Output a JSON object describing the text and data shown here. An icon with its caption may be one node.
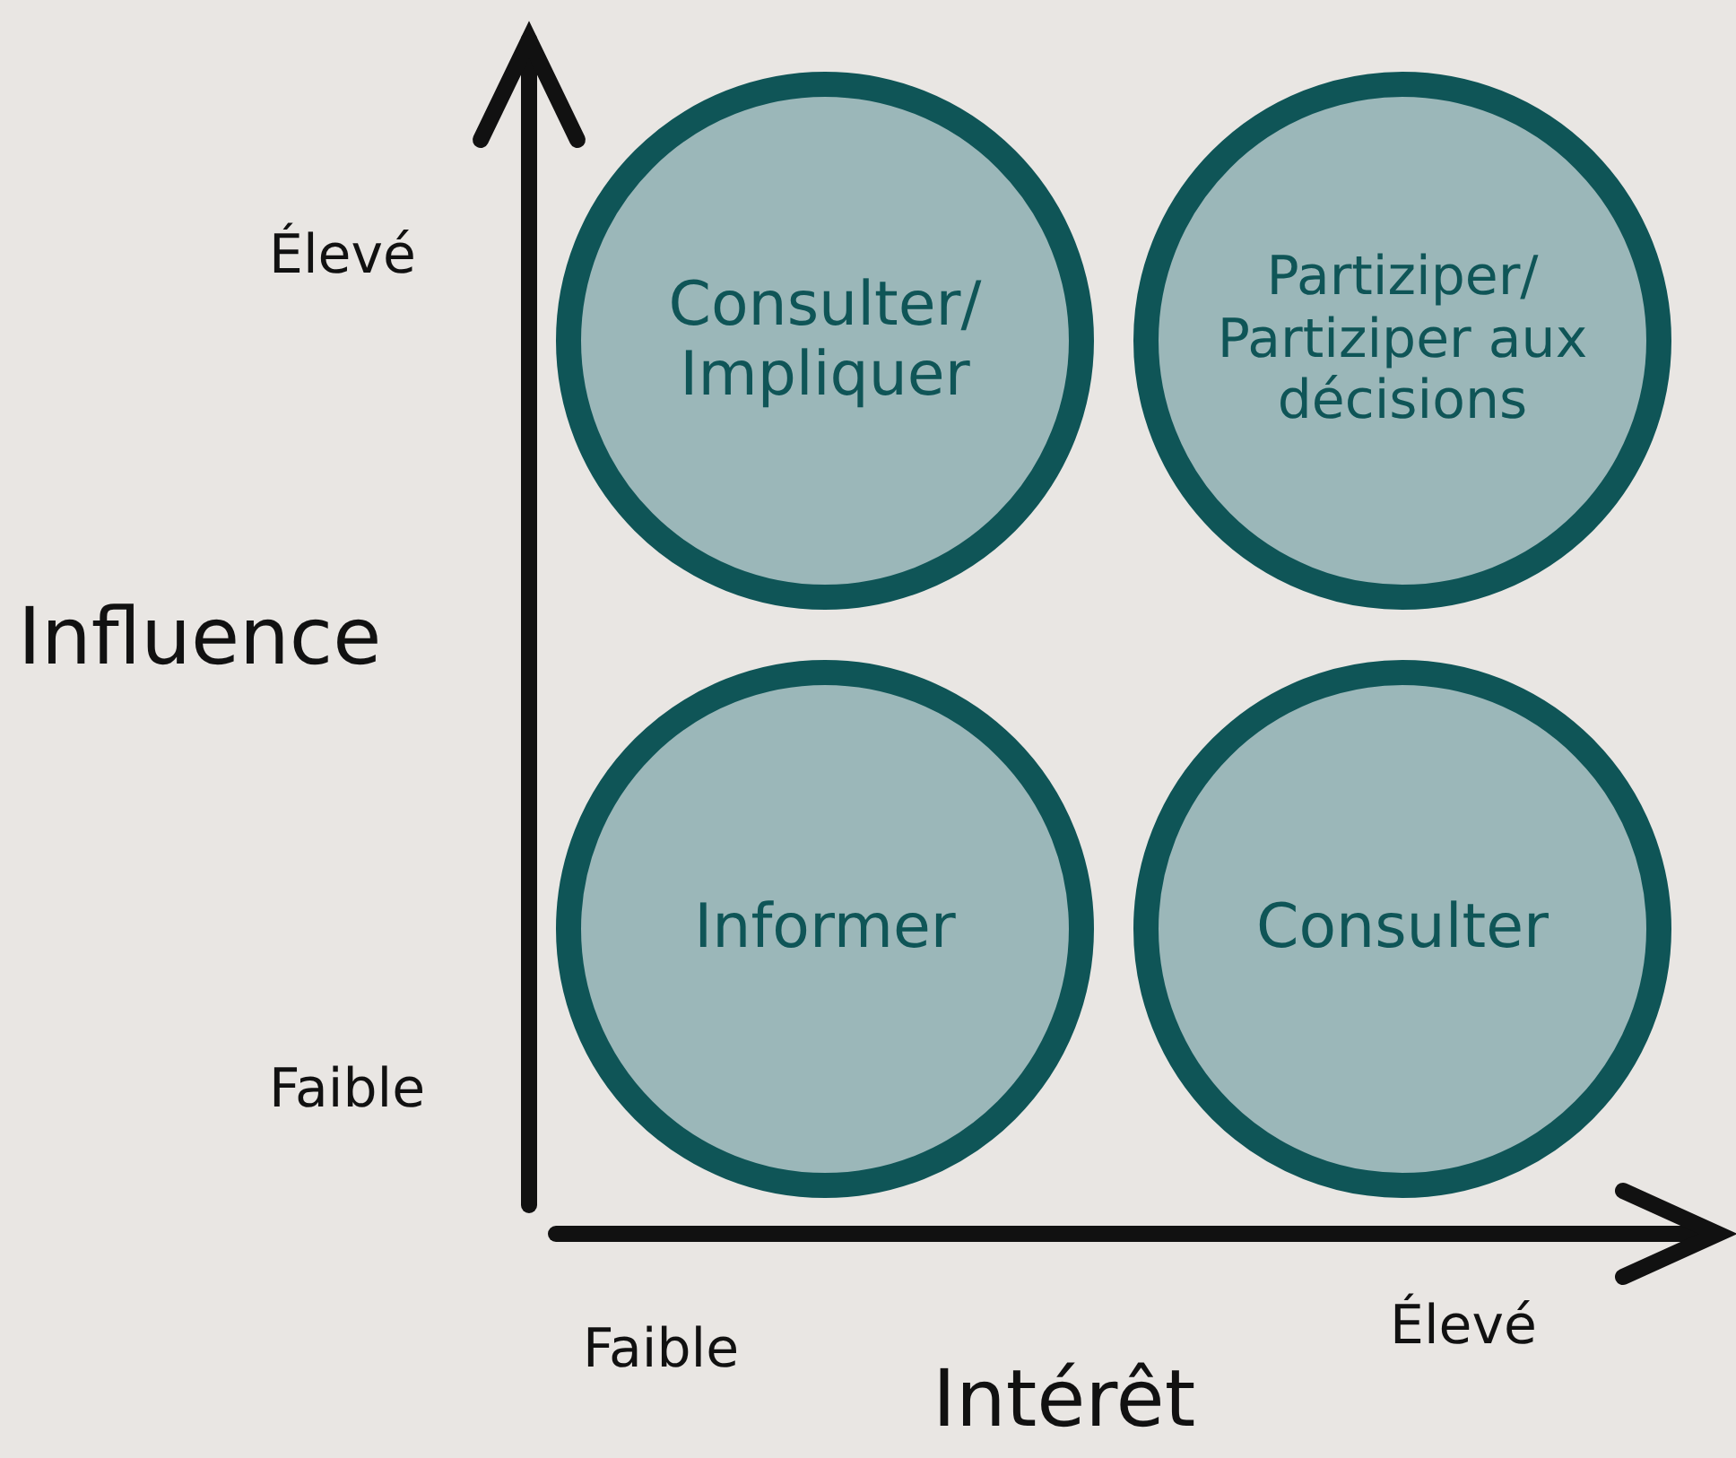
{
  "diagram": {
    "nodes": [
      {
        "text": [
          "Consulter/ Impliquer"
        ]
      },
      {
        "text": [
          "Partiziper/ Partiziper aux décisions"
        ]
      },
      {
        "text": [
          "Informer"
        ]
      },
      {
        "text": [
          "Consulter"
        ]
      }
    ],
    "labels": [
      "Élevé",
      "Influence",
      "Faible",
      "Faible",
      "Élevé",
      "Intérêt"
    ]
  }
}
